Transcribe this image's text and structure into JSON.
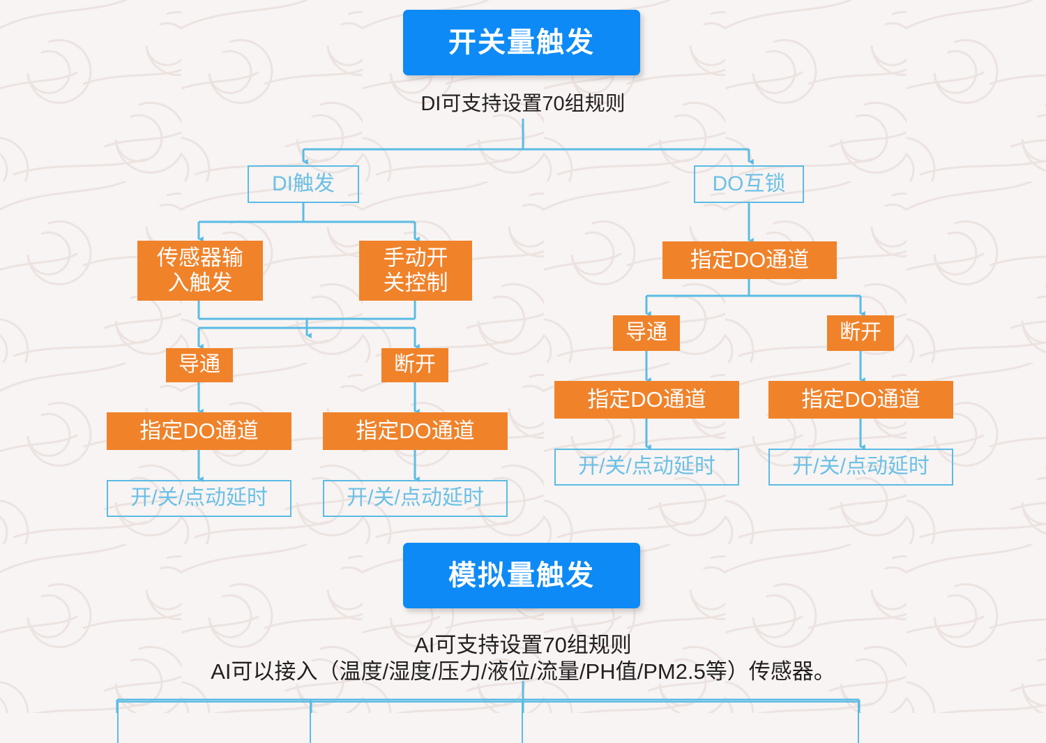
{
  "page": {
    "background_color": "#f7f4f3",
    "accent_blue": "#0d8af5",
    "line_blue": "#5bbbe4",
    "orange": "#f0822a"
  },
  "sections": {
    "digital": {
      "header_label": "开关量触发",
      "subtitle": "DI可支持设置70组规则",
      "left_branch": {
        "root_label": "DI触发",
        "sources": [
          "传感器输\n入触发",
          "手动开\n关控制"
        ],
        "states": [
          "导通",
          "断开"
        ],
        "channels": [
          "指定DO通道",
          "指定DO通道"
        ],
        "actions": [
          "开/关/点动延时",
          "开/关/点动延时"
        ]
      },
      "right_branch": {
        "root_label": "DO互锁",
        "channel_label": "指定DO通道",
        "states": [
          "导通",
          "断开"
        ],
        "channels": [
          "指定DO通道",
          "指定DO通道"
        ],
        "actions": [
          "开/关/点动延时",
          "开/关/点动延时"
        ]
      }
    },
    "analog": {
      "header_label": "模拟量触发",
      "subtitle_line1": "AI可支持设置70组规则",
      "subtitle_line2": "AI可以接入（温度/湿度/压力/液位/流量/PH值/PM2.5等）传感器。"
    }
  }
}
